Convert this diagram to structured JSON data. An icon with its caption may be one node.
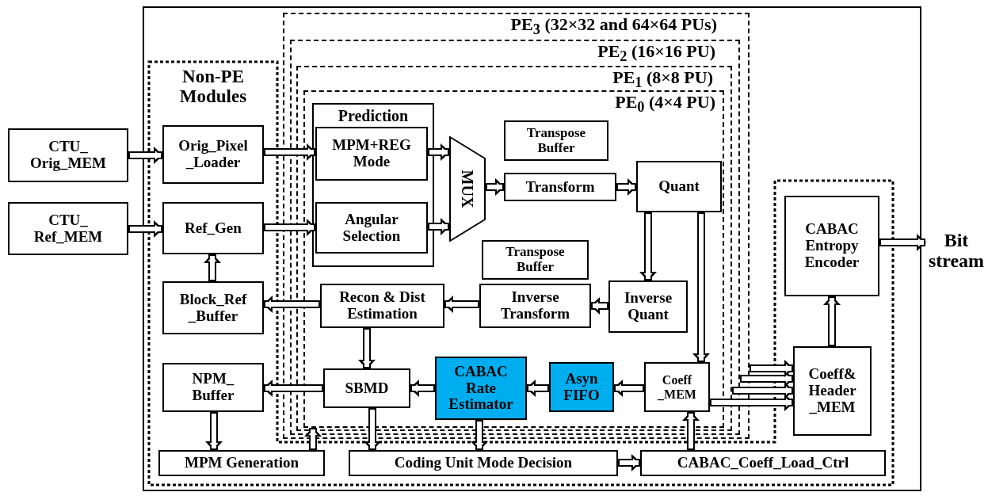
{
  "diagram": {
    "nodes": [
      {
        "text": [],
        "shape": "box"
      },
      {
        "text": [
          "Non-PE Modules"
        ],
        "in": 0
      },
      {
        "text": [
          "PE$_{3}$ (32×32 and 64×64 PUs)"
        ],
        "in": 0
      },
      {
        "text": [
          "PE$_{2}$ (16×16 PU)"
        ],
        "in": 2
      },
      {
        "text": [
          "PE$_{1}$ (8×8 PU)"
        ],
        "in": 3
      },
      {
        "text": [
          "PE$_{0}$ (4×4 PU)"
        ],
        "in": 4
      },
      {
        "text": [
          "CTU_ Orig_MEM"
        ]
      },
      {
        "text": [
          "CTU_ Ref_MEM"
        ]
      },
      {
        "text": [
          "Orig_Pixel _Loader"
        ],
        "in": 1
      },
      {
        "text": [
          "Ref_Gen"
        ],
        "in": 1
      },
      {
        "text": [
          "Block_Ref _Buffer"
        ],
        "in": 1
      },
      {
        "text": [
          "NPM_ Buffer"
        ],
        "in": 1
      },
      {
        "text": [
          "Prediction"
        ],
        "in": 5
      },
      {
        "text": [
          "MPM+REG Mode"
        ],
        "in": 12
      },
      {
        "text": [
          "Angular Selection"
        ],
        "in": 12
      },
      {
        "text": [
          "MUX"
        ],
        "in": 5
      },
      {
        "text": [
          "Transpose Buffer"
        ],
        "in": 5
      },
      {
        "text": [
          "Transform"
        ],
        "in": 5
      },
      {
        "text": [
          "Quant"
        ],
        "in": 5
      },
      {
        "text": [
          "Transpose Buffer"
        ],
        "in": 5
      },
      {
        "text": [
          "Inverse Transform"
        ],
        "in": 5
      },
      {
        "text": [
          "Inverse Quant"
        ],
        "in": 5
      },
      {
        "text": [
          "Recon & Dist Estimation"
        ],
        "in": 5
      },
      {
        "text": [
          "SBMD"
        ],
        "in": 5
      },
      {
        "text": [
          "CABAC Rate Estimator"
        ],
        "in": 5
      },
      {
        "text": [
          "Asyn FIFO"
        ],
        "in": 5
      },
      {
        "text": [
          "Coeff _MEM"
        ],
        "in": 5
      },
      {
        "text": [
          "MPM Generation"
        ],
        "in": 1
      },
      {
        "text": [
          "Coding Unit Mode Decision"
        ],
        "in": 1
      },
      {
        "text": [
          "CABAC_Coeff_Load_Ctrl"
        ],
        "in": 1
      },
      {
        "text": [
          "CABAC Entropy Encoder"
        ],
        "in": 1
      },
      {
        "text": [
          "Coeff& Header _MEM"
        ],
        "in": 1
      },
      {
        "text": [
          "Bit stream"
        ]
      }
    ],
    "edges": [
      {
        "from": 6,
        "to": 8,
        "arrow": "to"
      },
      {
        "from": 7,
        "to": 9,
        "arrow": "to"
      },
      {
        "from": 8,
        "to": 13,
        "arrow": "to"
      },
      {
        "from": 9,
        "to": 14,
        "arrow": "to"
      },
      {
        "from": 10,
        "to": 9,
        "arrow": "to"
      },
      {
        "from": 13,
        "to": 15,
        "arrow": "to"
      },
      {
        "from": 14,
        "to": 15,
        "arrow": "to"
      },
      {
        "from": 15,
        "to": 17,
        "arrow": "to"
      },
      {
        "from": 17,
        "to": 18,
        "arrow": "to"
      },
      {
        "from": 18,
        "to": 21,
        "arrow": "to"
      },
      {
        "from": 18,
        "to": 26,
        "arrow": "to"
      },
      {
        "from": 21,
        "to": 20,
        "arrow": "to"
      },
      {
        "from": 20,
        "to": 22,
        "arrow": "to"
      },
      {
        "from": 22,
        "to": 10,
        "arrow": "to"
      },
      {
        "from": 22,
        "to": 23,
        "arrow": "to"
      },
      {
        "from": 26,
        "to": 25,
        "arrow": "to"
      },
      {
        "from": 25,
        "to": 24,
        "arrow": "to"
      },
      {
        "from": 24,
        "to": 23,
        "arrow": "to"
      },
      {
        "from": 23,
        "to": 11,
        "arrow": "to"
      },
      {
        "from": 11,
        "to": 27,
        "arrow": "to"
      },
      {
        "from": 27,
        "to": 5,
        "arrow": "to"
      },
      {
        "from": 23,
        "to": 28,
        "arrow": "to"
      },
      {
        "from": 24,
        "to": 28,
        "arrow": "to"
      },
      {
        "from": 28,
        "to": 29,
        "arrow": "to"
      },
      {
        "from": 29,
        "to": 26,
        "arrow": "to"
      },
      {
        "from": 26,
        "to": 31,
        "arrow": "to"
      },
      {
        "from": 4,
        "to": 31,
        "arrow": "to"
      },
      {
        "from": 3,
        "to": 31,
        "arrow": "to"
      },
      {
        "from": 2,
        "to": 31,
        "arrow": "to"
      },
      {
        "from": 31,
        "to": 30,
        "arrow": "to"
      },
      {
        "from": 30,
        "to": 32,
        "arrow": "to"
      }
    ]
  }
}
